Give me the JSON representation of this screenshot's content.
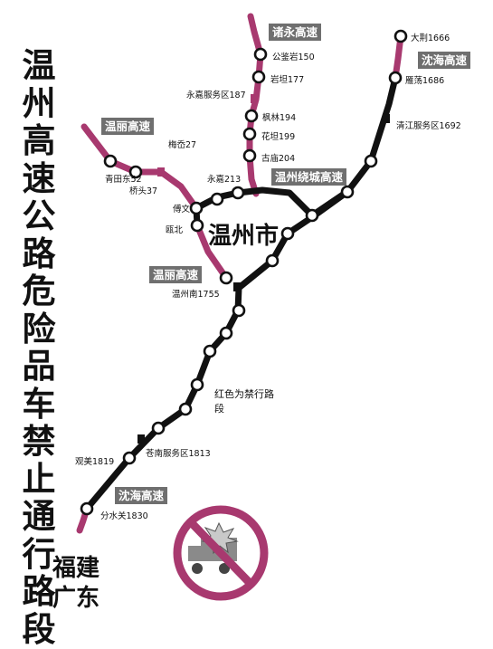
{
  "title": "温州高速公路危险品车禁止通行路段",
  "city": "温州市",
  "destination": [
    "福建",
    "广东"
  ],
  "legend": "红色为禁行路段",
  "colors": {
    "allowed": "#111111",
    "forbidden": "#a8396f",
    "tag_bg": "#6f6f6f"
  },
  "highways": {
    "zhuyong": "诸永高速",
    "shenhai_north": "沈海高速",
    "wenli_west": "温丽高速",
    "ring": "温州绕城高速",
    "wenli_south": "温丽高速",
    "shenhai_south": "沈海高速"
  },
  "stations": {
    "dajing": "大荆1666",
    "yanda": "雁荡1686",
    "qingjiang": "清江服务区1692",
    "gongsuyan": "公鉴岩150",
    "yantan": "岩坦177",
    "yongjia_sa": "永嘉服务区187",
    "fenglin": "枫林194",
    "huatan": "花坦199",
    "guyu": "古庙204",
    "yongjia": "永嘉213",
    "meiao": "梅岙27",
    "putian_east": "青田东52",
    "qiaotou": "桥头37",
    "oubei": "瓯北",
    "chuanwen": "傅文",
    "wenzhou_south": "温州南1755",
    "cangnan_sa": "苍南服务区1813",
    "guanmei": "观美1819",
    "fenshuiguan": "分水关1830"
  }
}
